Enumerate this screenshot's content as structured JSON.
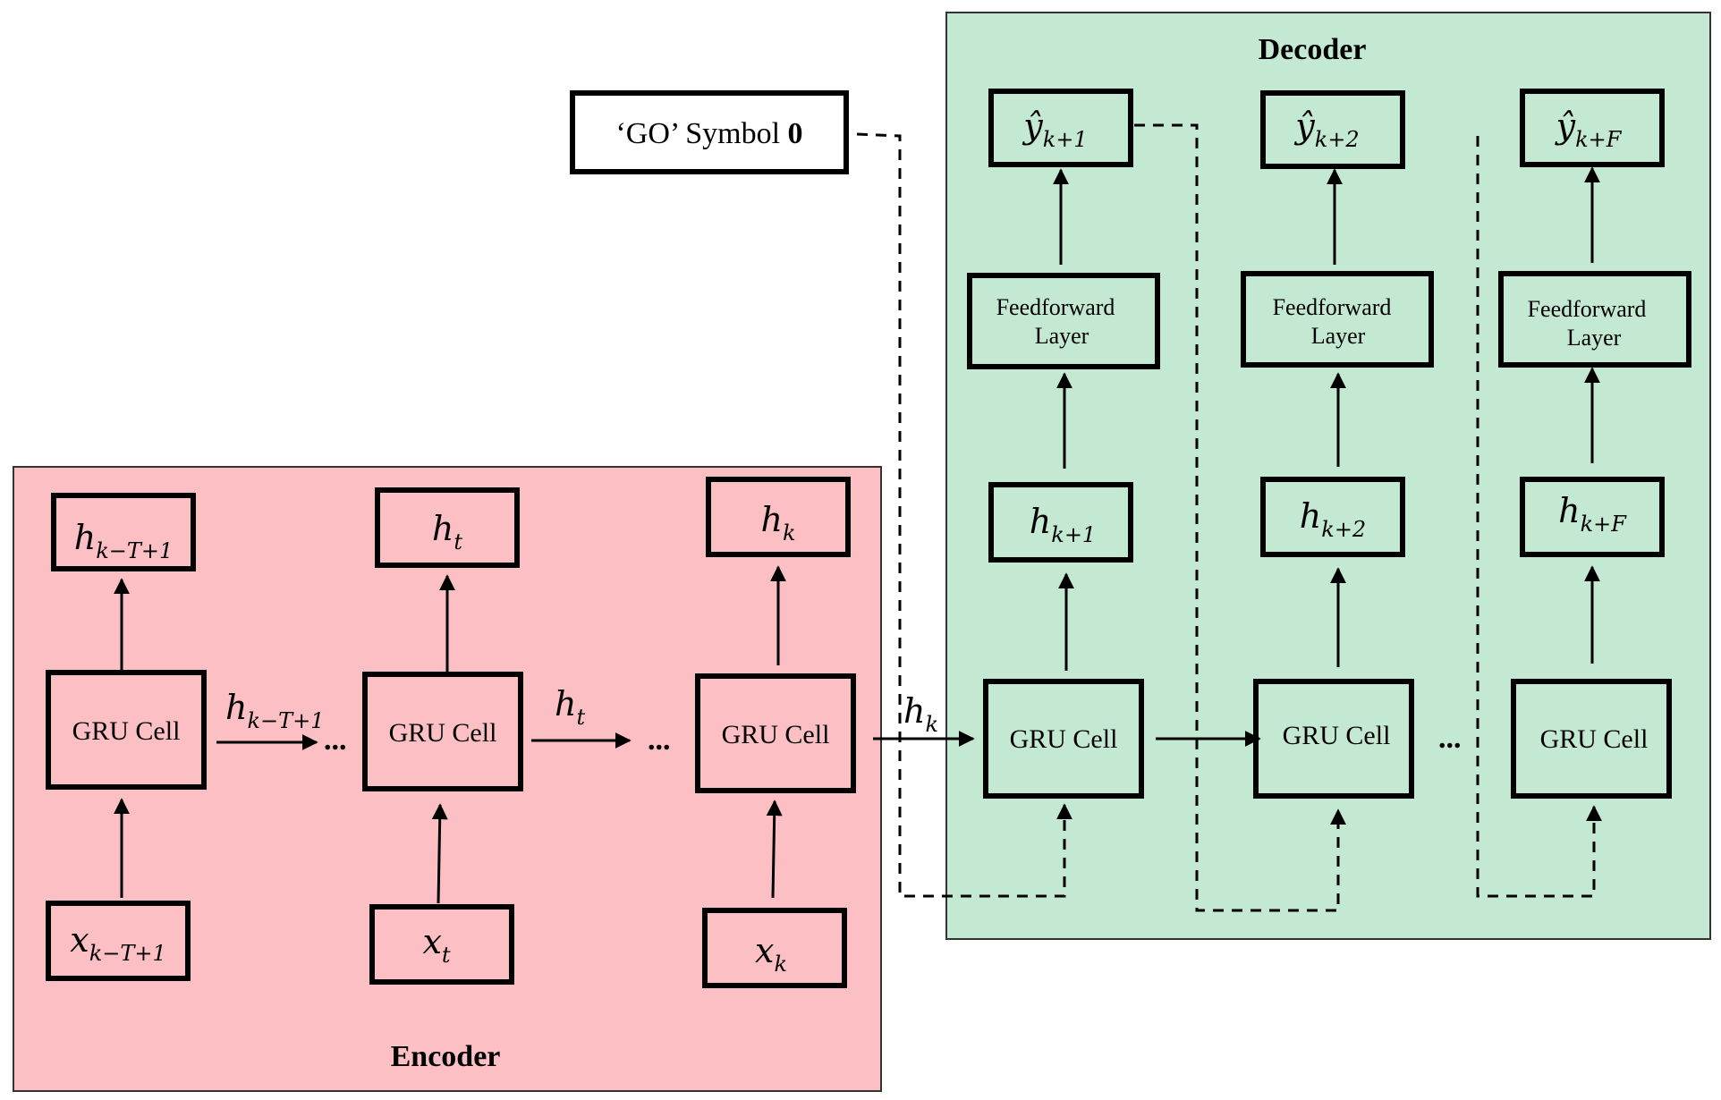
{
  "colors": {
    "encoder_bg": "#fcbfc3",
    "decoder_bg": "#c4e9d2",
    "stroke": "#000000"
  },
  "encoder": {
    "title": "Encoder",
    "cell_label": "GRU Cell",
    "outputs": [
      {
        "base": "h",
        "sub": "k−T+1"
      },
      {
        "base": "h",
        "sub": "t"
      },
      {
        "base": "h",
        "sub": "k"
      }
    ],
    "inputs": [
      {
        "base": "x",
        "sub": "k−T+1"
      },
      {
        "base": "x",
        "sub": "t"
      },
      {
        "base": "x",
        "sub": "k"
      }
    ],
    "links": [
      {
        "base": "h",
        "sub": "k−T+1"
      },
      {
        "base": "h",
        "sub": "t"
      }
    ],
    "ellipsis": "..."
  },
  "handoff": {
    "base": "h",
    "sub": "k"
  },
  "go_symbol": {
    "text": "‘GO’ Symbol ",
    "bold": "0"
  },
  "decoder": {
    "title": "Decoder",
    "cell_label": "GRU Cell",
    "ff_line1": "Feedforward",
    "ff_line2": "Layer",
    "hidden": [
      {
        "base": "h",
        "sub": "k+1"
      },
      {
        "base": "h",
        "sub": "k+2"
      },
      {
        "base": "h",
        "sub": "k+F"
      }
    ],
    "outputs": [
      {
        "base": "ŷ",
        "sub": "k+1"
      },
      {
        "base": "ŷ",
        "sub": "k+2"
      },
      {
        "base": "ŷ",
        "sub": "k+F"
      }
    ],
    "ellipsis": "..."
  }
}
